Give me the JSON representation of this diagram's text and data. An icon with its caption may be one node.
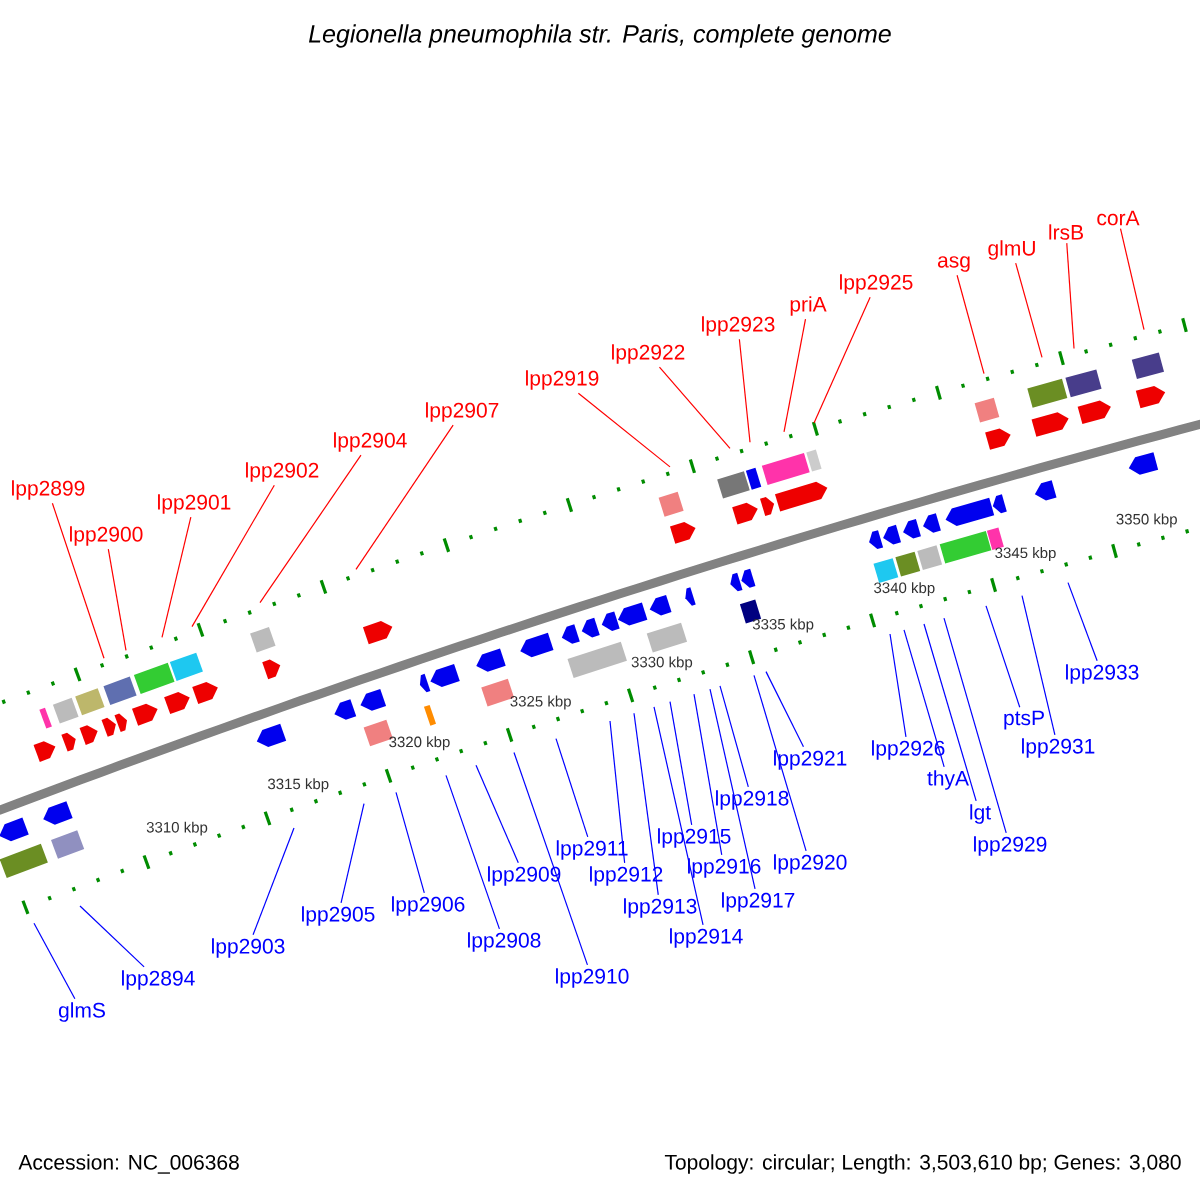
{
  "diagram": {
    "title": "Legionella pneumophila str. Paris, complete genome",
    "nodes": [
      {
        "text": [
          "lpp2899"
        ]
      },
      {
        "text": [
          "lpp2900"
        ]
      },
      {
        "text": [
          "lpp2901"
        ]
      },
      {
        "text": [
          "lpp2902"
        ]
      },
      {
        "text": [
          "lpp2904"
        ]
      },
      {
        "text": [
          "lpp2907"
        ]
      },
      {
        "text": [
          "lpp2919"
        ]
      },
      {
        "text": [
          "lpp2922"
        ]
      },
      {
        "text": [
          "lpp2923"
        ]
      },
      {
        "text": [
          "priA"
        ]
      },
      {
        "text": [
          "lpp2925"
        ]
      },
      {
        "text": [
          "asg"
        ]
      },
      {
        "text": [
          "glmU"
        ]
      },
      {
        "text": [
          "lrsB"
        ]
      },
      {
        "text": [
          "corA"
        ]
      },
      {
        "text": [
          "glmS"
        ]
      },
      {
        "text": [
          "lpp2894"
        ]
      },
      {
        "text": [
          "lpp2903"
        ]
      },
      {
        "text": [
          "lpp2905"
        ]
      },
      {
        "text": [
          "lpp2906"
        ]
      },
      {
        "text": [
          "lpp2908"
        ]
      },
      {
        "text": [
          "lpp2909"
        ]
      },
      {
        "text": [
          "lpp2910"
        ]
      },
      {
        "text": [
          "lpp2911"
        ]
      },
      {
        "text": [
          "lpp2912"
        ]
      },
      {
        "text": [
          "lpp2913"
        ]
      },
      {
        "text": [
          "lpp2914"
        ]
      },
      {
        "text": [
          "lpp2915"
        ]
      },
      {
        "text": [
          "lpp2916"
        ]
      },
      {
        "text": [
          "lpp2917"
        ]
      },
      {
        "text": [
          "lpp2918"
        ]
      },
      {
        "text": [
          "lpp2920"
        ]
      },
      {
        "text": [
          "lpp2921"
        ]
      },
      {
        "text": [
          "lpp2926"
        ]
      },
      {
        "text": [
          "thyA"
        ]
      },
      {
        "text": [
          "lgt"
        ]
      },
      {
        "text": [
          "lpp2929"
        ]
      },
      {
        "text": [
          "ptsP"
        ]
      },
      {
        "text": [
          "lpp2931"
        ]
      },
      {
        "text": [
          "lpp2933"
        ]
      }
    ],
    "edges": [
      {
        "from": 0,
        "to": null,
        "arrow": "none",
        "color": "#ff0000"
      },
      {
        "from": 1,
        "to": null,
        "arrow": "none",
        "color": "#ff0000"
      },
      {
        "from": 2,
        "to": null,
        "arrow": "none",
        "color": "#ff0000"
      },
      {
        "from": 3,
        "to": null,
        "arrow": "none",
        "color": "#ff0000"
      },
      {
        "from": 4,
        "to": null,
        "arrow": "none",
        "color": "#ff0000"
      },
      {
        "from": 5,
        "to": null,
        "arrow": "none",
        "color": "#ff0000"
      },
      {
        "from": 6,
        "to": null,
        "arrow": "none",
        "color": "#ff0000"
      },
      {
        "from": 7,
        "to": null,
        "arrow": "none",
        "color": "#ff0000"
      },
      {
        "from": 8,
        "to": null,
        "arrow": "none",
        "color": "#ff0000"
      },
      {
        "from": 9,
        "to": null,
        "arrow": "none",
        "color": "#ff0000"
      },
      {
        "from": 10,
        "to": null,
        "arrow": "none",
        "color": "#ff0000"
      },
      {
        "from": 11,
        "to": null,
        "arrow": "none",
        "color": "#ff0000"
      },
      {
        "from": 12,
        "to": null,
        "arrow": "none",
        "color": "#ff0000"
      },
      {
        "from": 13,
        "to": null,
        "arrow": "none",
        "color": "#ff0000"
      },
      {
        "from": 14,
        "to": null,
        "arrow": "none",
        "color": "#ff0000"
      },
      {
        "from": 15,
        "to": null,
        "arrow": "none"
      },
      {
        "from": 16,
        "to": null,
        "arrow": "none"
      },
      {
        "from": 17,
        "to": null,
        "arrow": "none"
      },
      {
        "from": 18,
        "to": null,
        "arrow": "none"
      },
      {
        "from": 19,
        "to": null,
        "arrow": "none"
      },
      {
        "from": 20,
        "to": null,
        "arrow": "none"
      },
      {
        "from": 21,
        "to": null,
        "arrow": "none"
      },
      {
        "from": 22,
        "to": null,
        "arrow": "none"
      },
      {
        "from": 23,
        "to": null,
        "arrow": "none"
      },
      {
        "from": 24,
        "to": null,
        "arrow": "none"
      },
      {
        "from": 25,
        "to": null,
        "arrow": "none"
      },
      {
        "from": 26,
        "to": null,
        "arrow": "none"
      },
      {
        "from": 27,
        "to": null,
        "arrow": "none"
      },
      {
        "from": 28,
        "to": null,
        "arrow": "none"
      },
      {
        "from": 29,
        "to": null,
        "arrow": "none"
      },
      {
        "from": 30,
        "to": null,
        "arrow": "none"
      },
      {
        "from": 31,
        "to": null,
        "arrow": "none"
      },
      {
        "from": 32,
        "to": null,
        "arrow": "none"
      },
      {
        "from": 33,
        "to": null,
        "arrow": "none"
      },
      {
        "from": 34,
        "to": null,
        "arrow": "none"
      },
      {
        "from": 35,
        "to": null,
        "arrow": "none"
      },
      {
        "from": 36,
        "to": null,
        "arrow": "none"
      },
      {
        "from": 37,
        "to": null,
        "arrow": "none"
      },
      {
        "from": 38,
        "to": null,
        "arrow": "none"
      },
      {
        "from": 39,
        "to": null,
        "arrow": "none"
      }
    ],
    "labels": [
      "3310 kbp",
      "3315 kbp",
      "3320 kbp",
      "3325 kbp",
      "3330 kbp",
      "3335 kbp",
      "3340 kbp",
      "3345 kbp",
      "3350 kbp",
      "Accession: NC_006368",
      "Topology: circular; Length: 3,503,610 bp; Genes: 3,080"
    ]
  }
}
